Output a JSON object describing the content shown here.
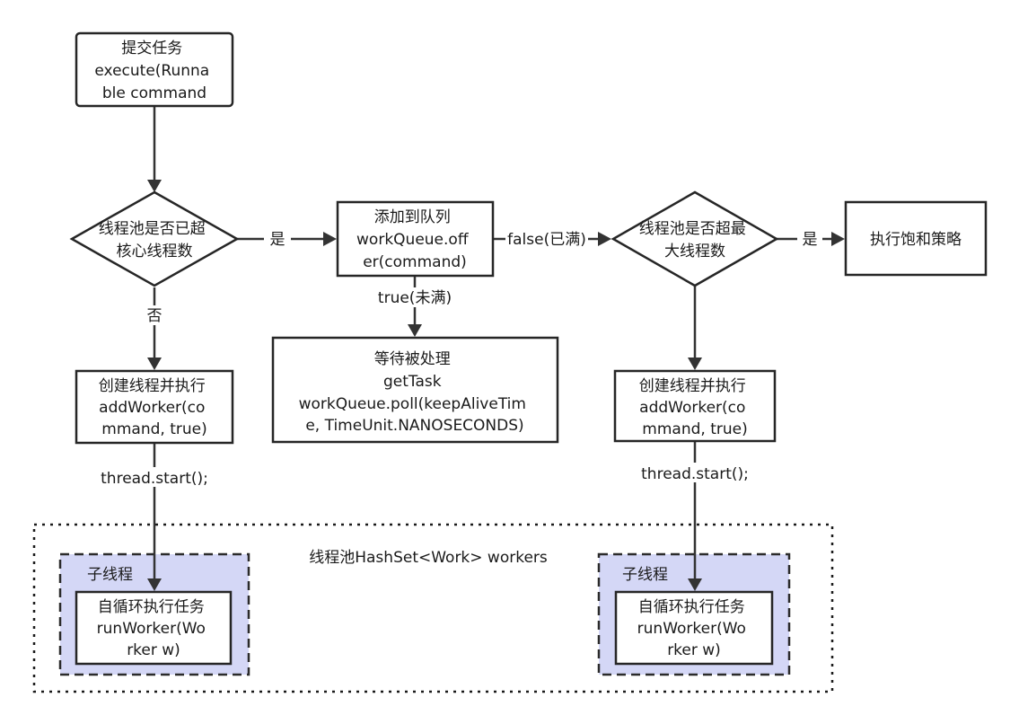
{
  "nodes": {
    "submit": [
      "提交任务",
      "execute(Runna",
      "ble command"
    ],
    "check_core": [
      "线程池是否已超",
      "核心线程数"
    ],
    "add_queue": [
      "添加到队列",
      "workQueue.off",
      "er(command)"
    ],
    "check_max": [
      "线程池是否超最",
      "大线程数"
    ],
    "reject": [
      "执行饱和策略"
    ],
    "wait": [
      "等待被处理",
      "getTask",
      "workQueue.poll(keepAliveTim",
      "e, TimeUnit.NANOSECONDS)"
    ],
    "create_left": [
      "创建线程并执行",
      "addWorker(co",
      "mmand, true)"
    ],
    "create_right": [
      "创建线程并执行",
      "addWorker(co",
      "mmand, true)"
    ],
    "run_left": [
      "自循环执行任务",
      "runWorker(Wo",
      "rker w)"
    ],
    "run_right": [
      "自循环执行任务",
      "runWorker(Wo",
      "rker w)"
    ]
  },
  "edge_labels": {
    "core_yes": "是",
    "core_no": "否",
    "queue_false": "false(已满)",
    "queue_true": "true(未满)",
    "max_yes": "是",
    "start_left": "thread.start();",
    "start_right": "thread.start();"
  },
  "groups": {
    "pool": "线程池HashSet<Work> workers",
    "sub_left": "子线程",
    "sub_right": "子线程"
  },
  "colors": {
    "subthread_fill": "#d4d7f6",
    "stroke": "#262626"
  }
}
